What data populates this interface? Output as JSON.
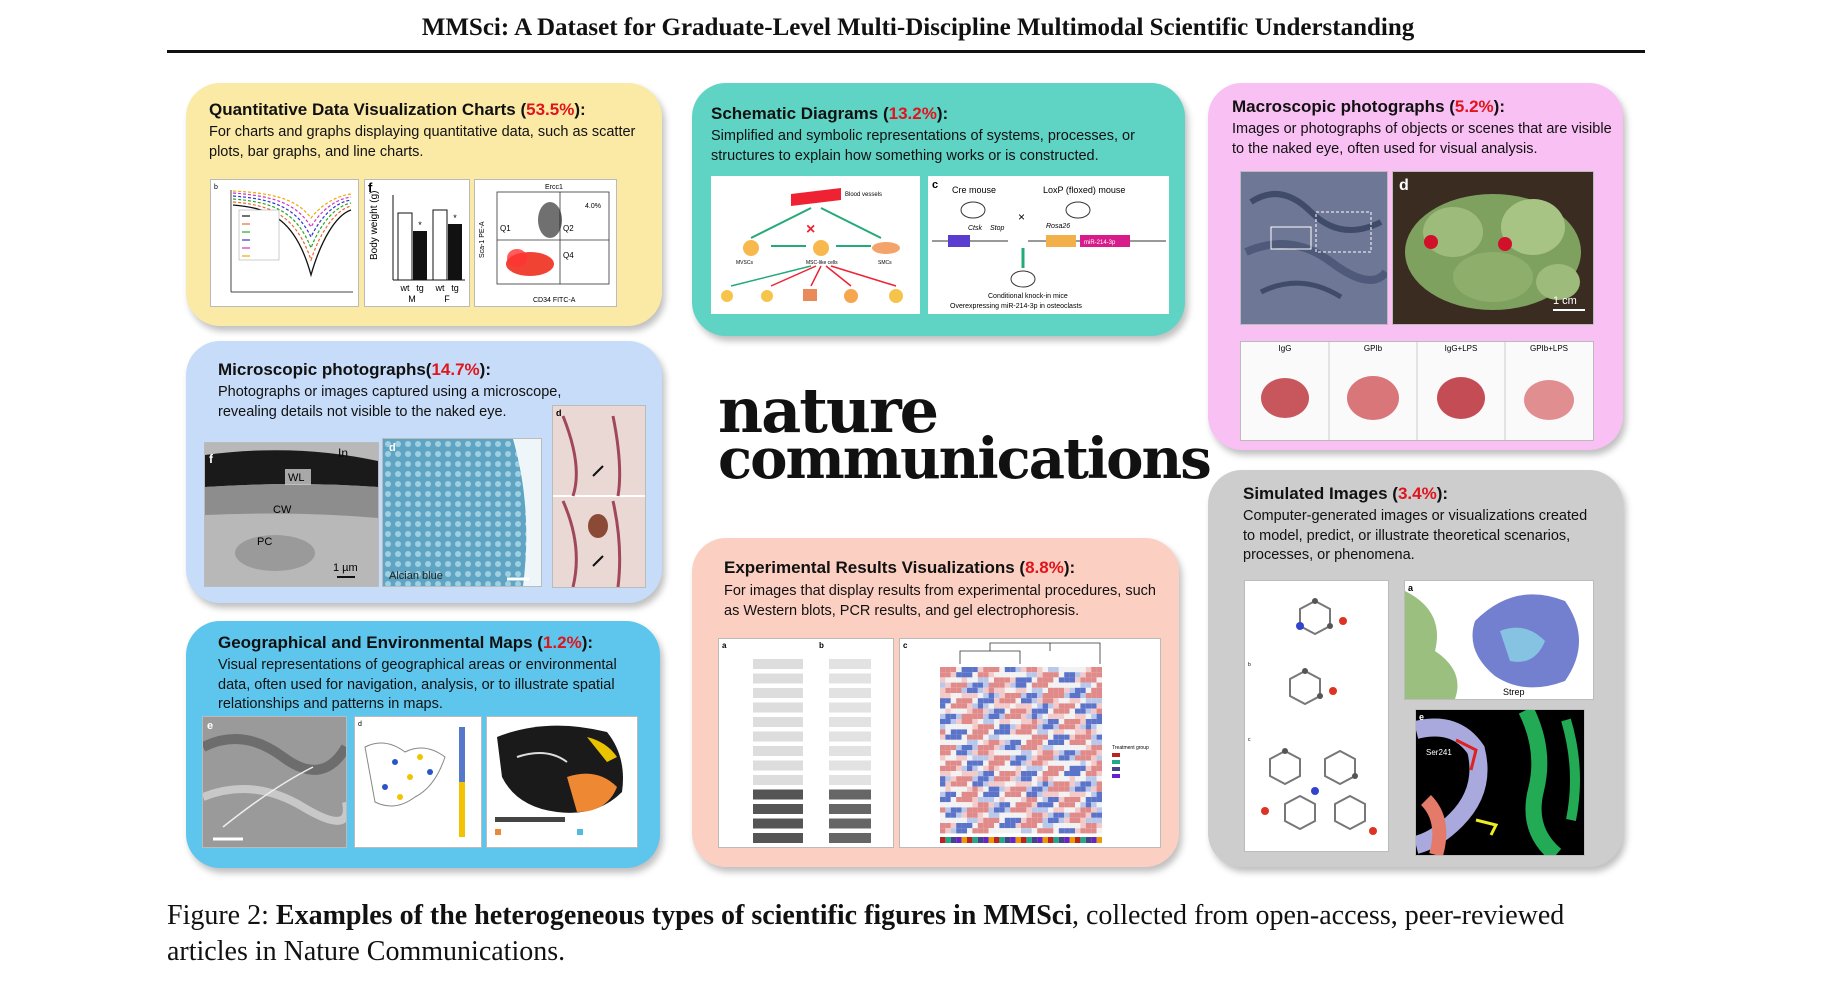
{
  "header": {
    "title": "MMSci: A Dataset for Graduate-Level Multi-Discipline Multimodal Scientific Understanding"
  },
  "panels": {
    "quant": {
      "title": "Quantitative Data Visualization Charts",
      "pct": "53.5%",
      "desc": "For charts and graphs displaying quantitative data, such as scatter plots, bar graphs, and line charts.",
      "color": "#fbe9a6",
      "thumb_labels": [
        "b",
        "f",
        "Body weight (g)",
        "wt",
        "tg",
        "M",
        "F",
        "Ercc1",
        "Q1",
        "Q2",
        "Q4",
        "4.0%",
        "CD34 FITC-A",
        "Sca-1 PE-A"
      ]
    },
    "schematic": {
      "title": "Schematic Diagrams",
      "pct": "13.2%",
      "desc": "Simplified and symbolic representations of systems, processes, or structures to explain how something works or is constructed.",
      "color": "#5fd3c4",
      "thumb_labels": [
        "Blood vessels",
        "MVSCs",
        "MSC-like cells",
        "SMCs",
        "c",
        "Cre mouse",
        "LoxP (floxed) mouse",
        "Ctsk",
        "Stop",
        "Rosa26",
        "miR-214-3p",
        "Conditional knock-in mice",
        "Overexpressing miR-214-3p in osteoclasts"
      ]
    },
    "macro": {
      "title": "Macroscopic photographs",
      "pct": "5.2%",
      "desc": "Images or photographs of objects or scenes that are visible to the naked eye, often used for visual analysis.",
      "color": "#f9c0f3",
      "thumb_labels": [
        "d",
        "1 cm",
        "IgG",
        "GPIb",
        "IgG+LPS",
        "GPIb+LPS"
      ]
    },
    "micro": {
      "title": "Microscopic photographs",
      "pct": "14.7%",
      "desc": "Photographs or images captured using a microscope, revealing details not visible to the naked eye.",
      "color": "#c7dcf8",
      "thumb_labels": [
        "f",
        "In",
        "WL",
        "CW",
        "PC",
        "1 µm",
        "d",
        "Alcian blue",
        "d"
      ]
    },
    "geo": {
      "title": "Geographical and Environmental Maps",
      "pct": "1.2%",
      "desc": "Visual representations of geographical areas or environmental data, often used for navigation, analysis, or to illustrate spatial relationships and patterns in maps.",
      "color": "#5ec6ec",
      "thumb_labels": [
        "e",
        "d"
      ]
    },
    "exp": {
      "title": "Experimental Results Visualizations",
      "pct": "8.8%",
      "desc": "For images that display results from experimental procedures, such as Western blots, PCR results, and gel electrophoresis.",
      "color": "#fbd0c3",
      "thumb_labels": [
        "a",
        "b",
        "c",
        "Treatment group"
      ]
    },
    "sim": {
      "title": "Simulated Images",
      "pct": "3.4%",
      "desc": "Computer-generated images or visualizations created to model, predict, or illustrate theoretical scenarios, processes, or phenomena.",
      "color": "#cdcdcd",
      "thumb_labels": [
        "a",
        "b",
        "c",
        "e",
        "Strep",
        "Ser241"
      ]
    }
  },
  "logo": {
    "line1": "nature",
    "line2": "communications"
  },
  "caption": {
    "prefix": "Figure 2: ",
    "bold": "Examples of the heterogeneous types of scientific figures in MMSci",
    "rest": ", collected from open-access, peer-reviewed articles in Nature Communications."
  }
}
